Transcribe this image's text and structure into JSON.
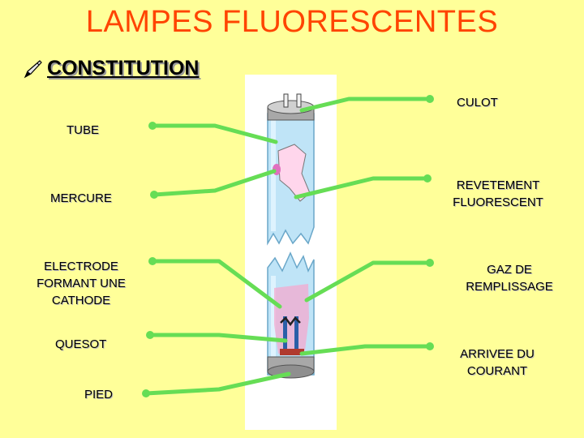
{
  "title": "LAMPES FLUORESCENTES",
  "subtitle": "CONSTITUTION",
  "labels": {
    "culot": "CULOT",
    "tube": "TUBE",
    "mercure": "MERCURE",
    "revetement_1": "REVETEMENT",
    "revetement_2": "FLUORESCENT",
    "electrode_1": "ELECTRODE",
    "electrode_2": "FORMANT UNE",
    "electrode_3": "CATHODE",
    "gaz_1": "GAZ DE",
    "gaz_2": "REMPLISSAGE",
    "quesot": "QUESOT",
    "arrivee_1": "ARRIVEE DU",
    "arrivee_2": "COURANT",
    "pied": "PIED"
  },
  "colors": {
    "background": "#ffff99",
    "title": "#ff4400",
    "leader_line": "#66dd55",
    "tube_glass": "#bfe4f7",
    "coating": "#ffd6ec",
    "cap": "#a8a8a8"
  },
  "icons": {
    "subtitle_bullet": "pencil-icon"
  }
}
